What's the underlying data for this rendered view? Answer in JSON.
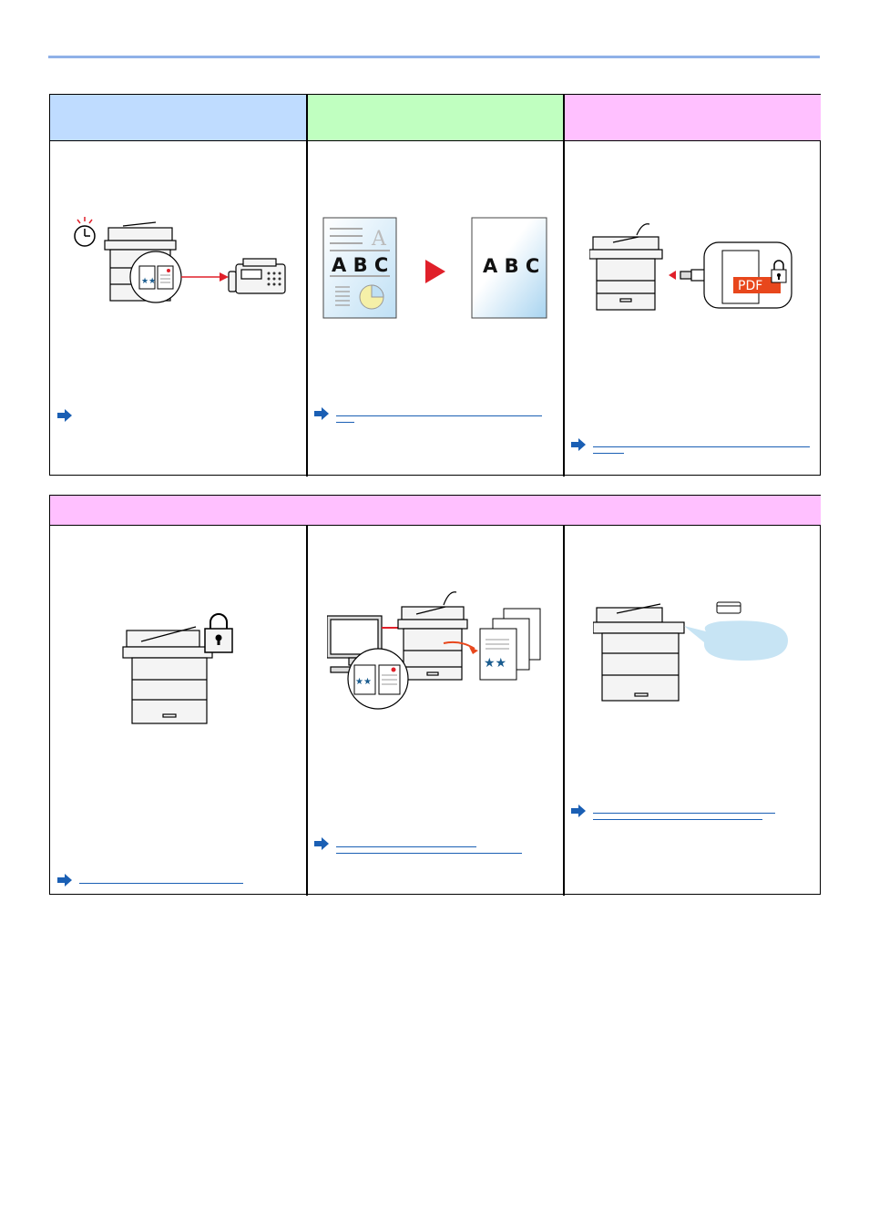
{
  "page": {
    "header_rule_color": "#8fb1e8",
    "table1": {
      "header_colors": [
        "#bfdcff",
        "#c0ffc0",
        "#ffc0ff"
      ],
      "cells": [
        {
          "illustration": "delayed-fax-transmission",
          "link_icon": "arrow-right-icon"
        },
        {
          "illustration": "background-removal-abc",
          "image_text": "A B C",
          "link_icon": "arrow-right-icon"
        },
        {
          "illustration": "scan-to-encrypted-pdf-usb",
          "badge_text": "PDF",
          "link_icon": "arrow-right-icon"
        }
      ]
    },
    "table2": {
      "header_color": "#ffc0ff",
      "cells": [
        {
          "illustration": "locked-printer",
          "link_icon": "arrow-right-icon"
        },
        {
          "illustration": "pc-to-printer-copy-job",
          "link_icon": "arrow-right-icon"
        },
        {
          "illustration": "printer-speech-bubble",
          "link_icon": "arrow-right-icon"
        }
      ]
    },
    "colors": {
      "link_blue": "#1a5fb4",
      "accent_red": "#e0202a",
      "pdf_red": "#e8471c"
    }
  }
}
